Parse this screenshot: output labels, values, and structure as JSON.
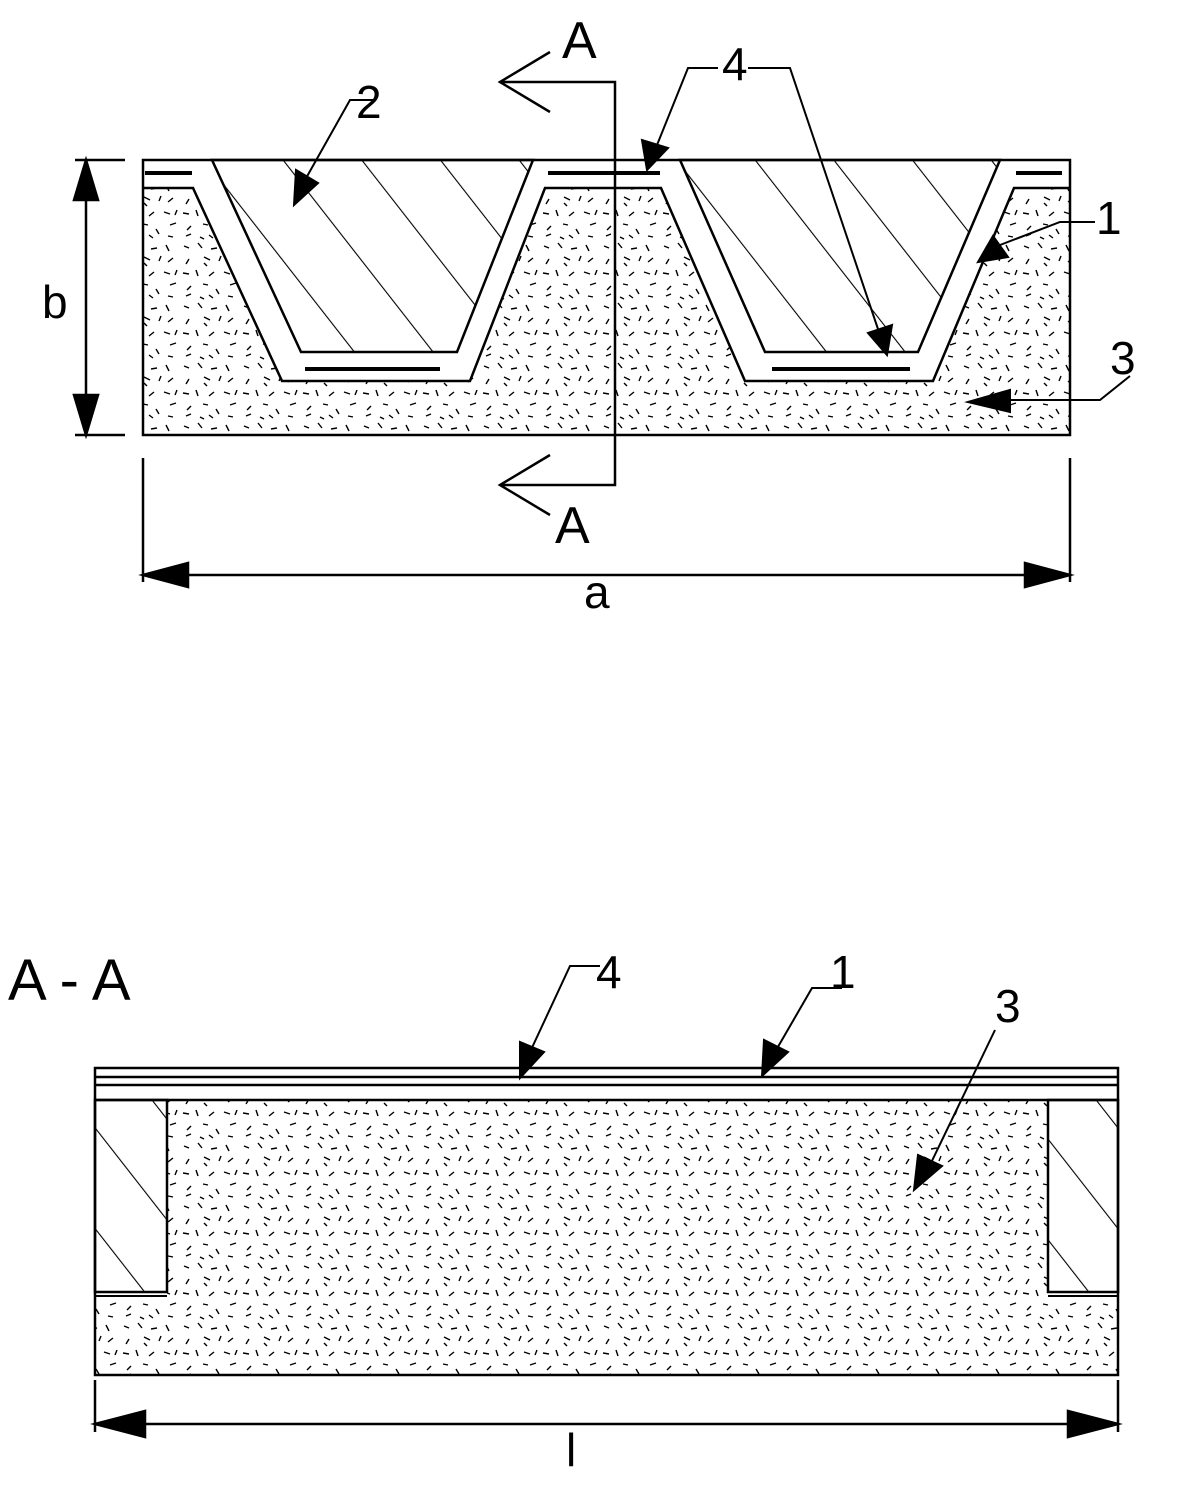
{
  "top_view": {
    "section_mark_top": "A",
    "section_mark_bottom": "A",
    "labels": {
      "wall": "1",
      "fill": "2",
      "foam": "3",
      "reinforcement": "4"
    },
    "dimension_height": "b",
    "dimension_width": "a"
  },
  "section_view": {
    "title": "A - A",
    "labels": {
      "reinforcement": "4",
      "wall": "1",
      "foam": "3"
    },
    "dimension_length": "l"
  },
  "colors": {
    "ink": "#000000",
    "paper": "#ffffff"
  }
}
